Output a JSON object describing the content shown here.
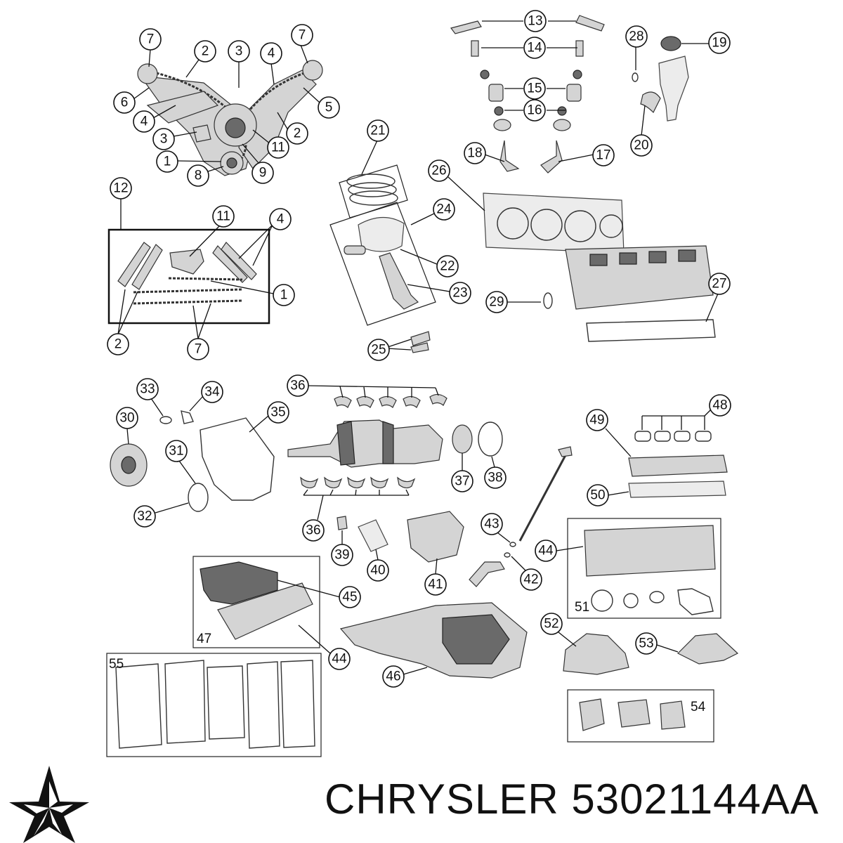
{
  "brand": {
    "caption": "CHRYSLER 53021144AA"
  },
  "icons": {
    "logo": "chrysler-pentastar-icon"
  },
  "colors": {
    "ink": "#111111",
    "part_fill": "#d4d4d4",
    "part_dark": "#6a6a6a"
  },
  "callouts": {
    "c1": "1",
    "c2": "2",
    "c3": "3",
    "c4": "4",
    "c5": "5",
    "c6": "6",
    "c7": "7",
    "c8": "8",
    "c9": "9",
    "c11": "11",
    "c12": "12",
    "c13": "13",
    "c14": "14",
    "c15": "15",
    "c16": "16",
    "c17": "17",
    "c18": "18",
    "c19": "19",
    "c20": "20",
    "c21": "21",
    "c22": "22",
    "c23": "23",
    "c24": "24",
    "c25": "25",
    "c26": "26",
    "c27": "27",
    "c28": "28",
    "c29": "29",
    "c30": "30",
    "c31": "31",
    "c32": "32",
    "c33": "33",
    "c34": "34",
    "c35": "35",
    "c36": "36",
    "c37": "37",
    "c38": "38",
    "c39": "39",
    "c40": "40",
    "c41": "41",
    "c42": "42",
    "c43": "43",
    "c44": "44",
    "c45": "45",
    "c46": "46",
    "c47": "47",
    "c48": "48",
    "c49": "49",
    "c50": "50",
    "c51": "51",
    "c52": "52",
    "c53": "53",
    "c54": "54",
    "c55": "55"
  }
}
